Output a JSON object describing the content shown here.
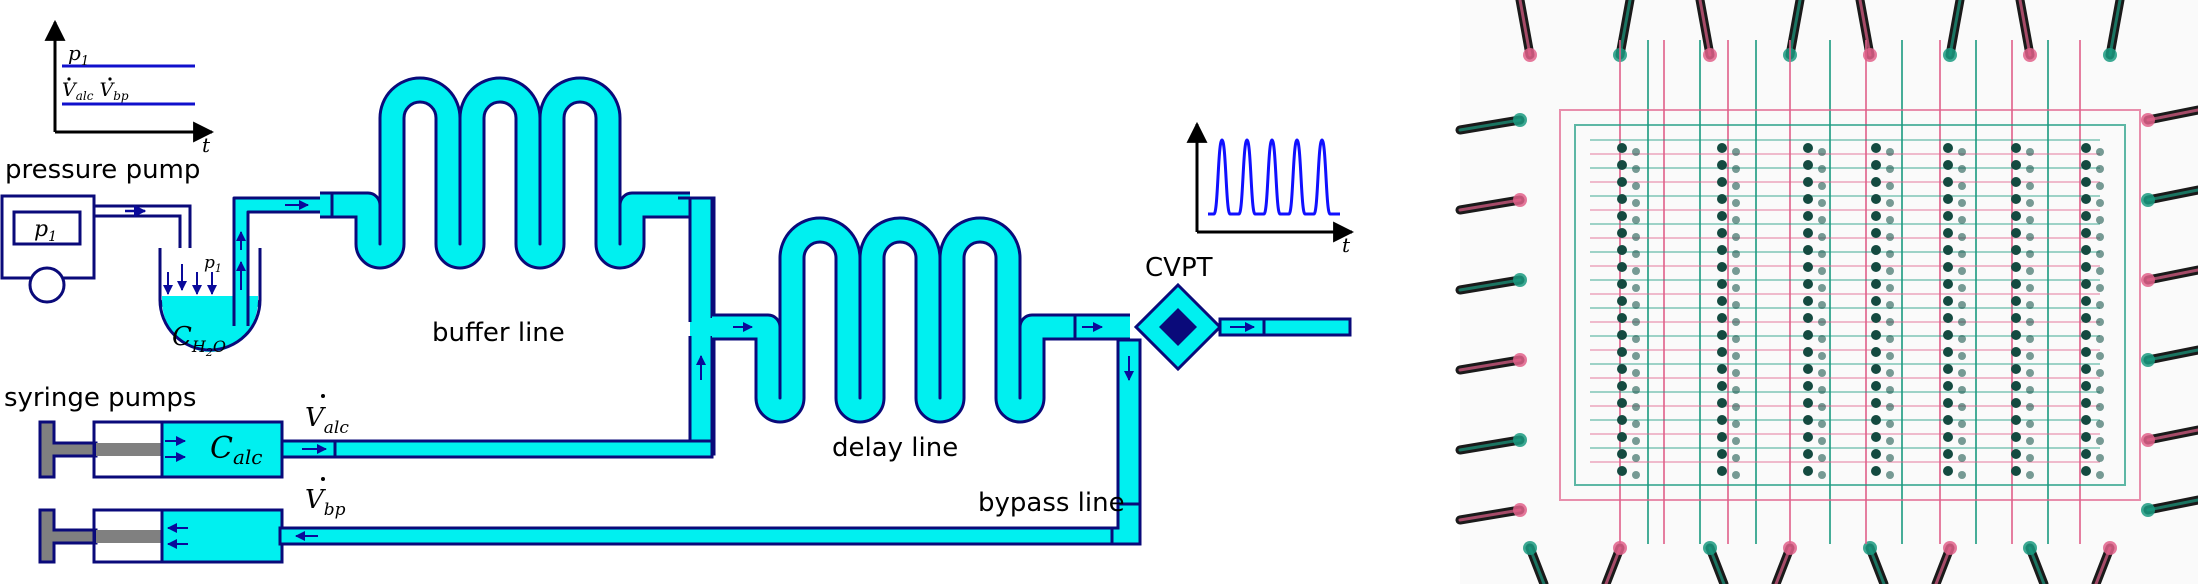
{
  "labels": {
    "pressure_pump": "pressure pump",
    "syringe_pumps": "syringe pumps",
    "buffer_line": "buffer line",
    "delay_line": "delay line",
    "bypass_line": "bypass line",
    "cvpt": "CVPT"
  },
  "symbols": {
    "p1_main": "p",
    "p1_sub": "1",
    "c": "C",
    "c_h2o_sub": "H",
    "c_h2o_sub2": "2",
    "c_h2o_sub3": "O",
    "c_alc_sub": "alc",
    "v": "V",
    "v_alc_sub": "alc",
    "v_bp_sub": "bp",
    "t": "t"
  },
  "colors": {
    "channel_fill": "#00f0f0",
    "channel_stroke": "#0a0a7a",
    "arrow": "#0a0a9a",
    "pump_fill": "#808080",
    "pulse_line": "#1010ff",
    "chip_red": "#e0608a",
    "chip_green": "#1a9a80"
  },
  "inset_pulse": {
    "pulse_count": 5
  }
}
